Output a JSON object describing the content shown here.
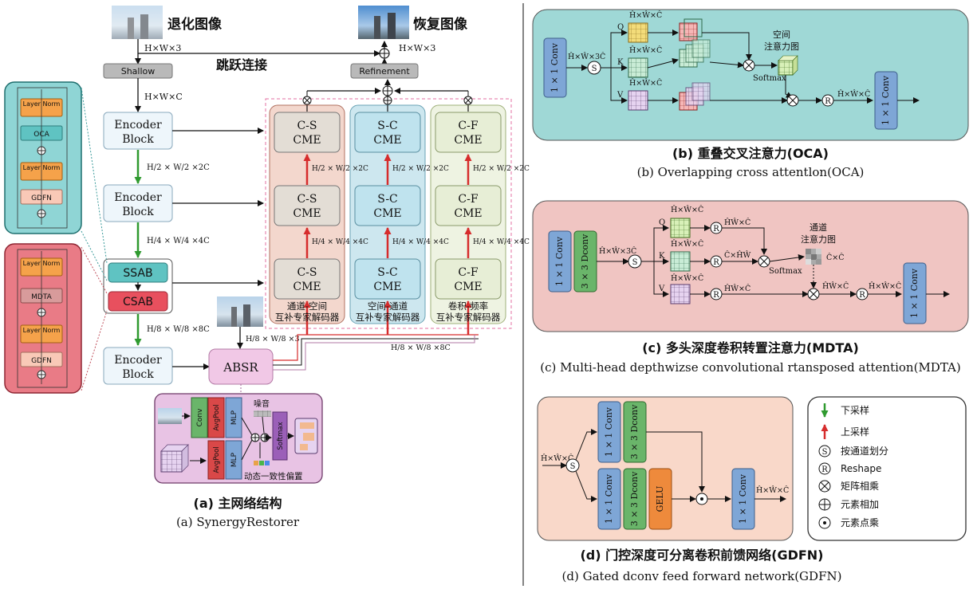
{
  "main": {
    "degraded_label": "退化图像",
    "restored_label": "恢复图像",
    "skip_label": "跳跃连接",
    "hwx3_top": "H×W×3",
    "hwx3_right": "H×W×3",
    "hwc": "H×W×C",
    "shallow": "Shallow",
    "refinement": "Refinement",
    "enc1": [
      "Encoder",
      "Block"
    ],
    "enc2": [
      "Encoder",
      "Block"
    ],
    "enc3": [
      "Encoder",
      "Block"
    ],
    "scale1": "H/2 × W/2 ×2C",
    "scale2": "H/4 × W/4 ×4C",
    "scale3": "H/8 × W/8 ×8C",
    "absr_in": "H/8 × W/8 ×3",
    "absr_out": "H/8 × W/8 ×8C",
    "ssab": "SSAB",
    "csab": "CSAB",
    "absr": "ABSR",
    "cs_cme": [
      "C-S",
      "CME"
    ],
    "sc_cme": [
      "S-C",
      "CME"
    ],
    "cf_cme": [
      "C-F",
      "CME"
    ],
    "up1": "H/2 × W/2 ×2C",
    "up2": "H/4 × W/4 ×4C",
    "col1_caption": [
      "通道-空间",
      "互补专家解码器"
    ],
    "col2_caption": [
      "空间-通道",
      "互补专家解码器"
    ],
    "col3_caption": [
      "卷积-频率",
      "互补专家解码器"
    ],
    "ssab_block": [
      "Layer Norm",
      "OCA",
      "Layer Norm",
      "GDFN"
    ],
    "csab_block": [
      "Layer Norm",
      "MDTA",
      "Layer Norm",
      "GDFN"
    ],
    "absr_detail": {
      "conv": "Conv",
      "avgpool": "AvgPool",
      "mlp": "MLP",
      "noise": "噪音",
      "softmax": "Softmax",
      "bias": "动态一致性偏置"
    },
    "caption_cn": "(a) 主网络结构",
    "caption_en": "(a) SynergyRestorer"
  },
  "oca": {
    "conv": "1 × 1 Conv",
    "in_dim": "Ĥ×Ŵ×3Ĉ",
    "q": "Q",
    "k": "K",
    "v": "V",
    "dim": "Ĥ×Ŵ×Ĉ",
    "attn": [
      "空间",
      "注意力图"
    ],
    "softmax": "Softmax",
    "out_dim": "Ĥ×Ŵ×Ĉ",
    "conv_out": "1 × 1 Conv",
    "caption_cn": "(b) 重叠交叉注意力(OCA)",
    "caption_en": "(b) Overlapping cross attentlon(OCA)"
  },
  "mdta": {
    "conv1": "1 × 1 Conv",
    "dconv": "3 × 3 Dconv",
    "in_dim": "Ĥ×Ŵ×3Ĉ",
    "q": "Q",
    "k": "K",
    "v": "V",
    "dim": "Ĥ×Ŵ×Ĉ",
    "q_r": "ĤŴ×Ĉ",
    "k_r": "Ĉ×ĤŴ",
    "v_r": "ĤŴ×Ĉ",
    "attn": [
      "通道",
      "注意力图"
    ],
    "cxc": "Ĉ×Ĉ",
    "softmax": "Softmax",
    "out1": "ĤŴ×Ĉ",
    "out2": "Ĥ×Ŵ×Ĉ",
    "conv_out": "1 × 1 Conv",
    "caption_cn": "(c) 多头深度卷积转置注意力(MDTA)",
    "caption_en": "(c) Multi-head depthwizse convolutional rtansposed attention(MDTA)"
  },
  "gdfn": {
    "in_dim": "Ĥ×Ŵ×Ĉ",
    "conv": "1 × 1 Conv",
    "dconv": "3 × 3 Dconv",
    "gelu": "GELU",
    "out_dim": "Ĥ×Ŵ×Ĉ",
    "caption_cn": "(d) 门控深度可分离卷积前馈网络(GDFN)",
    "caption_en": "(d) Gated dconv feed forward network(GDFN)"
  },
  "legend": {
    "down": "下采样",
    "up": "上采样",
    "split": "按通道划分",
    "reshape": "Reshape",
    "matmul": "矩阵相乘",
    "add": "元素相加",
    "dot": "元素点乘"
  },
  "colors": {
    "teal_panel": "#8fd5d5",
    "pink_panel": "#e97b86",
    "oca_bg": "#9fd8d6",
    "mdta_bg": "#f0c5c2",
    "gdfn_bg": "#f9d8c9",
    "conv_blue": "#7ea6d6",
    "dconv_green": "#6ab56a",
    "gelu_orange": "#ee8a3c",
    "down_green": "#2f9a2f",
    "up_red": "#d62c2c"
  }
}
